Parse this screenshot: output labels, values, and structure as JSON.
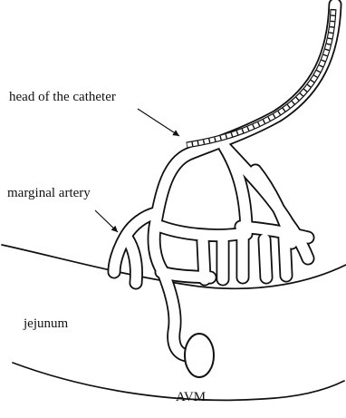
{
  "labels": {
    "catheter_head": "head of the catheter",
    "marginal_artery": "marginal artery",
    "jejunum": "jejunum",
    "avm": "AVM"
  },
  "colors": {
    "ink": "#111111",
    "background": "#ffffff"
  }
}
